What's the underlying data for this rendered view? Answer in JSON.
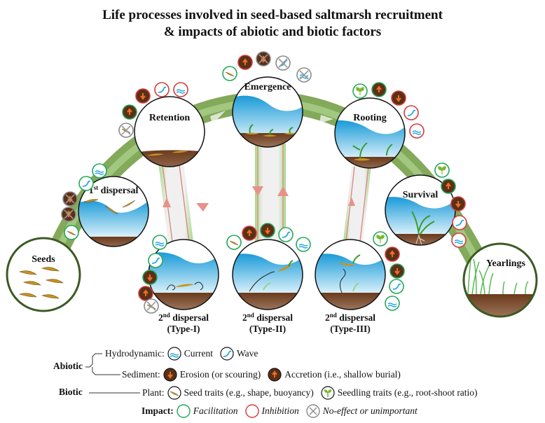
{
  "title": {
    "line1": "Life processes involved in seed-based saltmarsh recruitment",
    "line2": "& impacts of abiotic and biotic factors"
  },
  "colors": {
    "facilitation": "#22a85a",
    "inhibition": "#d63a3a",
    "no_effect": "#8a8a8a",
    "water": "#29a8e0",
    "sediment": "#6b3a1c",
    "arc_green": "#4f7f2c",
    "seed": "#c8951e"
  },
  "stages": {
    "seeds": {
      "label": "Seeds"
    },
    "first_dispersal": {
      "label": "1",
      "sup": "st",
      "rest": " dispersal",
      "impacts": [
        {
          "factor": "current",
          "impact": "facilitation"
        },
        {
          "factor": "wave",
          "impact": "facilitation"
        },
        {
          "factor": "erosion",
          "impact": "no-effect"
        },
        {
          "factor": "accretion",
          "impact": "no-effect"
        },
        {
          "factor": "seed-traits",
          "impact": "facilitation"
        }
      ]
    },
    "retention": {
      "label": "Retention",
      "impacts": [
        {
          "factor": "seed-traits",
          "impact": "no-effect"
        },
        {
          "factor": "accretion",
          "impact": "facilitation"
        },
        {
          "factor": "erosion",
          "impact": "inhibition"
        },
        {
          "factor": "wave",
          "impact": "inhibition"
        },
        {
          "factor": "current",
          "impact": "inhibition"
        }
      ]
    },
    "emergence": {
      "label": "Emergence",
      "impacts": [
        {
          "factor": "seed-traits",
          "impact": "facilitation"
        },
        {
          "factor": "accretion",
          "impact": "inhibition"
        },
        {
          "factor": "erosion",
          "impact": "no-effect"
        },
        {
          "factor": "wave",
          "impact": "no-effect"
        },
        {
          "factor": "current",
          "impact": "no-effect"
        }
      ]
    },
    "rooting": {
      "label": "Rooting",
      "impacts": [
        {
          "factor": "seedling-traits",
          "impact": "facilitation"
        },
        {
          "factor": "accretion",
          "impact": "facilitation"
        },
        {
          "factor": "erosion",
          "impact": "inhibition"
        },
        {
          "factor": "wave",
          "impact": "inhibition"
        },
        {
          "factor": "current",
          "impact": "inhibition"
        }
      ]
    },
    "survival": {
      "label": "Survival",
      "impacts": [
        {
          "factor": "seedling-traits",
          "impact": "facilitation"
        },
        {
          "factor": "accretion",
          "impact": "facilitation"
        },
        {
          "factor": "erosion",
          "impact": "inhibition"
        },
        {
          "factor": "wave",
          "impact": "inhibition"
        },
        {
          "factor": "current",
          "impact": "inhibition"
        }
      ]
    },
    "yearlings": {
      "label": "Yearlings"
    },
    "second_dispersal_1": {
      "label": "2",
      "sup": "nd",
      "rest": " dispersal",
      "type": "(Type-I)",
      "impacts": [
        {
          "factor": "current",
          "impact": "facilitation"
        },
        {
          "factor": "wave",
          "impact": "facilitation"
        },
        {
          "factor": "erosion",
          "impact": "facilitation"
        },
        {
          "factor": "accretion",
          "impact": "inhibition"
        },
        {
          "factor": "seed-traits",
          "impact": "no-effect"
        }
      ]
    },
    "second_dispersal_2": {
      "label": "2",
      "sup": "nd",
      "rest": " dispersal",
      "type": "(Type-II)",
      "impacts": [
        {
          "factor": "seed-traits",
          "impact": "facilitation"
        },
        {
          "factor": "accretion",
          "impact": "inhibition"
        },
        {
          "factor": "erosion",
          "impact": "facilitation"
        },
        {
          "factor": "wave",
          "impact": "facilitation"
        },
        {
          "factor": "current",
          "impact": "facilitation"
        }
      ]
    },
    "second_dispersal_3": {
      "label": "2",
      "sup": "nd",
      "rest": " dispersal",
      "type": "(Type-III)",
      "impacts": [
        {
          "factor": "seedling-traits",
          "impact": "facilitation"
        },
        {
          "factor": "accretion",
          "impact": "inhibition"
        },
        {
          "factor": "erosion",
          "impact": "facilitation"
        },
        {
          "factor": "wave",
          "impact": "facilitation"
        },
        {
          "factor": "current",
          "impact": "facilitation"
        }
      ]
    }
  },
  "legend": {
    "abiotic": "Abiotic",
    "biotic": "Biotic",
    "hydrodynamic": "Hydrodynamic:",
    "sediment": "Sediment:",
    "plant": "Plant:",
    "impact": "Impact:",
    "current": "Current",
    "wave": "Wave",
    "erosion": "Erosion (or scouring)",
    "accretion": "Accretion (i.e., shallow burial)",
    "seed_traits": "Seed traits (e.g., shape, buoyancy)",
    "seedling_traits": "Seedling traits (e.g., root-shoot ratio)",
    "facilitation": "Facilitation",
    "inhibition": "Inhibition",
    "no_effect": "No-effect or unimportant"
  }
}
